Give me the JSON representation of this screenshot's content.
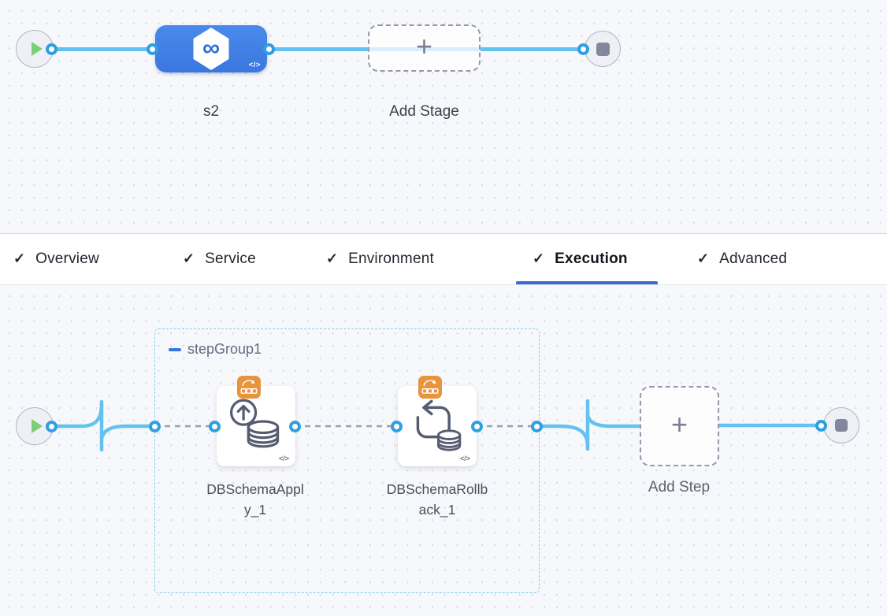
{
  "icons": {
    "plus": "+",
    "code": "</>",
    "check": "✓",
    "infinity": "∞",
    "collapse": "−"
  },
  "stage_canvas": {
    "stage_name": "s2",
    "add_stage_label": "Add Stage"
  },
  "tabs": [
    {
      "label": "Overview",
      "checked": true,
      "active": false
    },
    {
      "label": "Service",
      "checked": true,
      "active": false
    },
    {
      "label": "Environment",
      "checked": true,
      "active": false
    },
    {
      "label": "Execution",
      "checked": true,
      "active": true
    },
    {
      "label": "Advanced",
      "checked": true,
      "active": false
    }
  ],
  "execution_canvas": {
    "step_group_name": "stepGroup1",
    "steps": [
      {
        "name": "DBSchemaApply_1",
        "icon": "db-schema-apply-icon",
        "badge": "aws-badge-icon"
      },
      {
        "name": "DBSchemaRollback_1",
        "icon": "db-schema-rollback-icon",
        "badge": "aws-badge-icon"
      }
    ],
    "add_step_label": "Add Step"
  },
  "colors": {
    "canvas_bg": "#f7f8fb",
    "dot_color": "#d8dae3",
    "line_blue": "#64c3ee",
    "port_blue": "#2f9fe2",
    "accent_blue": "#3a77df",
    "underline_blue": "#3b6bd2",
    "group_border": "#7fcde9",
    "badge_orange": "#e8943c",
    "play_green": "#7bd077",
    "dash_gray": "#9aa0ae"
  }
}
